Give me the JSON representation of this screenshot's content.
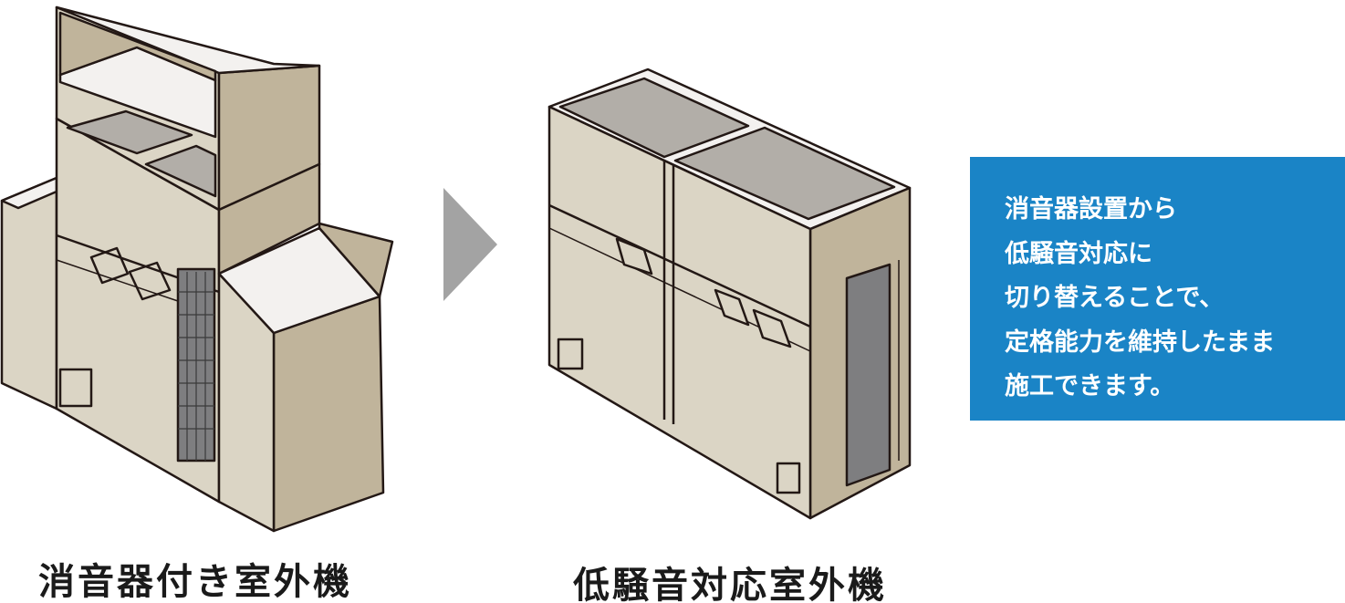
{
  "captions": {
    "left": "消音器付き室外機",
    "right": "低騒音対応室外機"
  },
  "note": {
    "lines": [
      "消音器設置から",
      "低騒音対応に",
      "切り替えることで、",
      "定格能力を維持したまま",
      "施工できます。"
    ]
  },
  "colors": {
    "unit_front": "#dbd5c5",
    "unit_side": "#c0b49b",
    "unit_top": "#f3f1ef",
    "fan_top": "#b2aea8",
    "grille_dark": "#7e7e80",
    "outline": "#231815",
    "arrow": "#a3a3a3",
    "note_background": "#1a84c6",
    "note_text": "#ffffff"
  },
  "icons": {
    "arrow": "right-triangle-arrow-icon"
  }
}
